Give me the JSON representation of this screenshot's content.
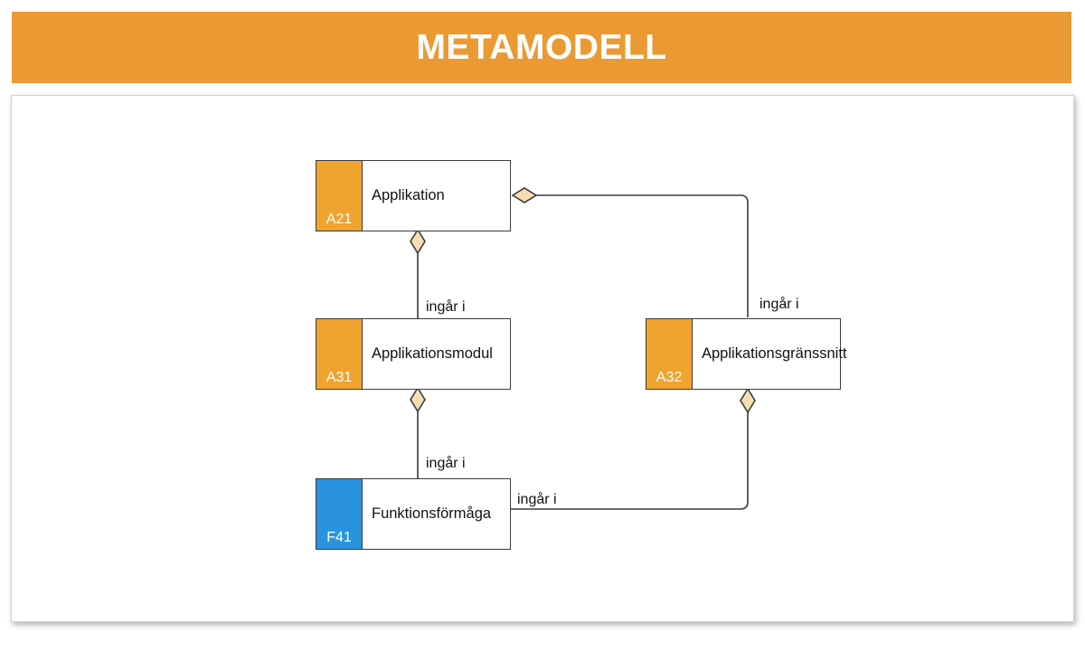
{
  "slide": {
    "title": "METAMODELL",
    "banner_color": "#eb9a33",
    "title_color": "#ffffff"
  },
  "diagram": {
    "type": "uml-aggregation-diagram",
    "node_colors": {
      "orange_tab": "#f0a32e",
      "blue_tab": "#2a93e0",
      "node_fill": "#ffffff",
      "node_border": "#3b3b3b",
      "diamond_fill": "#f7dcb4",
      "diamond_border": "#3b3b3b",
      "edge_color": "#3b3b3b"
    },
    "nodes": [
      {
        "id": "A21",
        "code": "A21",
        "label": "Applikation",
        "tab_color": "orange"
      },
      {
        "id": "A31",
        "code": "A31",
        "label": "Applikationsmodul",
        "tab_color": "orange"
      },
      {
        "id": "A32",
        "code": "A32",
        "label": "Applikationsgränssnitt",
        "tab_color": "orange"
      },
      {
        "id": "F41",
        "code": "F41",
        "label": "Funktionsförmåga",
        "tab_color": "blue"
      }
    ],
    "edges": [
      {
        "id": "e1",
        "from": "A31",
        "to": "A21",
        "label": "ingår i",
        "kind": "aggregation"
      },
      {
        "id": "e2",
        "from": "F41",
        "to": "A31",
        "label": "ingår i",
        "kind": "aggregation"
      },
      {
        "id": "e3",
        "from": "A32",
        "to": "A21",
        "label": "ingår i",
        "kind": "aggregation"
      },
      {
        "id": "e4",
        "from": "F41",
        "to": "A32",
        "label": "ingår i",
        "kind": "aggregation"
      }
    ]
  }
}
